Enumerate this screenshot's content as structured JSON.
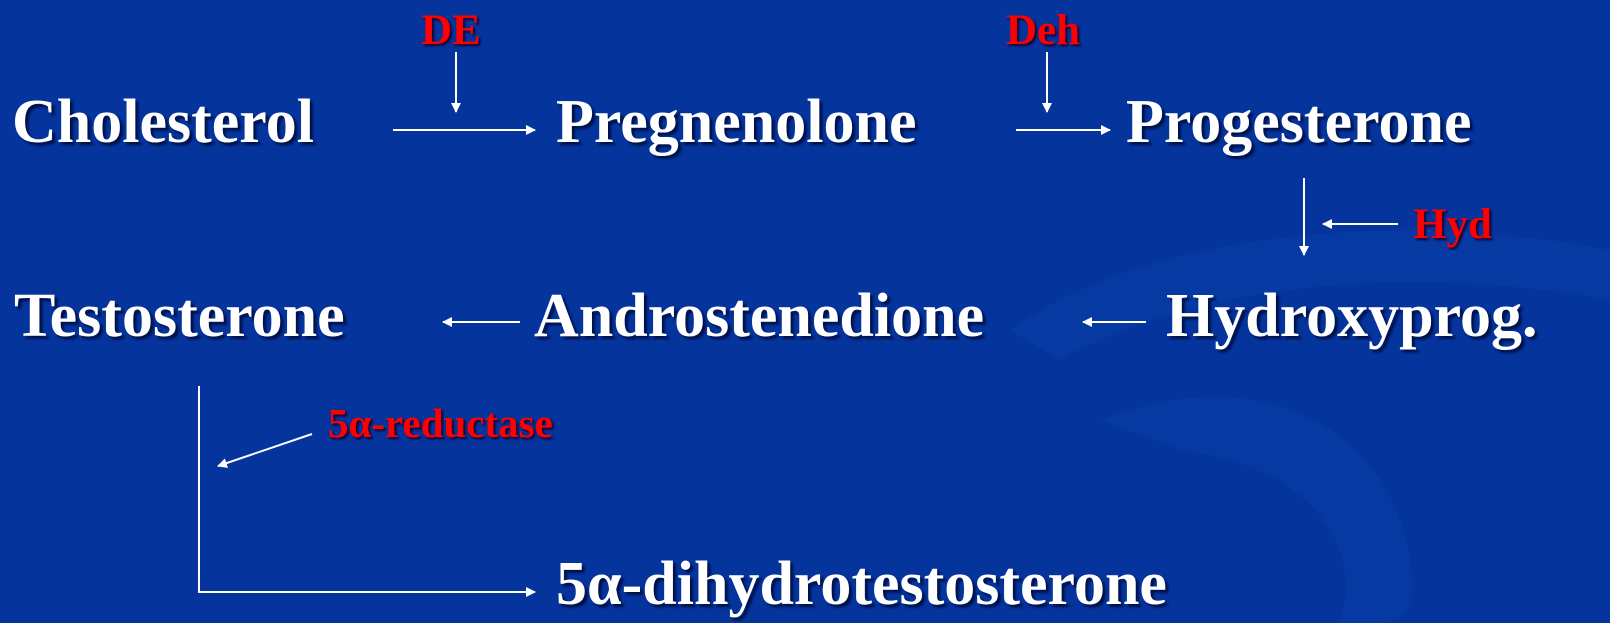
{
  "colors": {
    "background": "#04349c",
    "node_text": "#ffffff",
    "enzyme_text": "#ff0000",
    "arrow": "#ffffff"
  },
  "nodes": {
    "cholesterol": "Cholesterol",
    "pregnenolone": "Pregnenolone",
    "progesterone": "Progesterone",
    "testosterone": "Testosterone",
    "androstenedione": "Androstenedione",
    "hydroxyprog": "Hydroxyprog.",
    "dihydrotestosterone": "5α-dihydrotestosterone"
  },
  "enzymes": {
    "de": "DE",
    "deh": "Deh",
    "hyd": "Hyd",
    "reductase": "5α-reductase"
  }
}
